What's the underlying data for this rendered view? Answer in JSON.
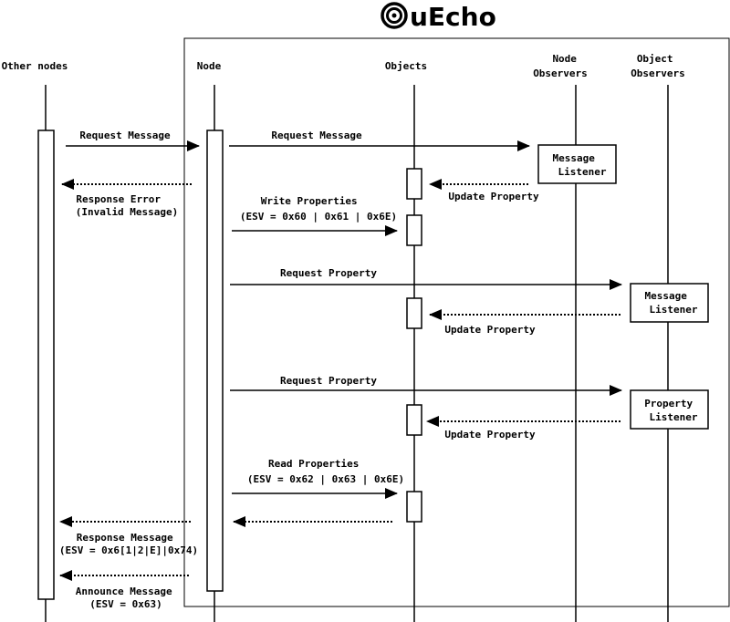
{
  "logo": {
    "text": "uEcho"
  },
  "participants": {
    "other_nodes": "Other nodes",
    "node": "Node",
    "objects": "Objects",
    "node_observers": [
      "Node",
      "Observers"
    ],
    "object_observers": [
      "Object",
      "Observers"
    ]
  },
  "boxes": {
    "message_listener_1": [
      "Message",
      "Listener"
    ],
    "message_listener_2": [
      "Message",
      "Listener"
    ],
    "property_listener": [
      "Property",
      "Listener"
    ]
  },
  "messages": {
    "request_message_1": [
      "Request Message"
    ],
    "request_message_2": [
      "Request Message"
    ],
    "response_error": [
      "Response Error",
      "(Invalid Message)"
    ],
    "update_property_1": [
      "Update Property"
    ],
    "write_properties": [
      "Write Properties",
      "(ESV = 0x60 | 0x61 | 0x6E)"
    ],
    "request_property_1": [
      "Request Property"
    ],
    "update_property_2": [
      "Update Property"
    ],
    "request_property_2": [
      "Request Property"
    ],
    "update_property_3": [
      "Update Property"
    ],
    "read_properties": [
      "Read Properties",
      "(ESV = 0x62 | 0x63 | 0x6E)"
    ],
    "response_message": [
      "Response Message",
      "(ESV = 0x6[1|2|E]|0x74)"
    ],
    "announce_message": [
      "Announce Message",
      "(ESV = 0x63)"
    ]
  }
}
